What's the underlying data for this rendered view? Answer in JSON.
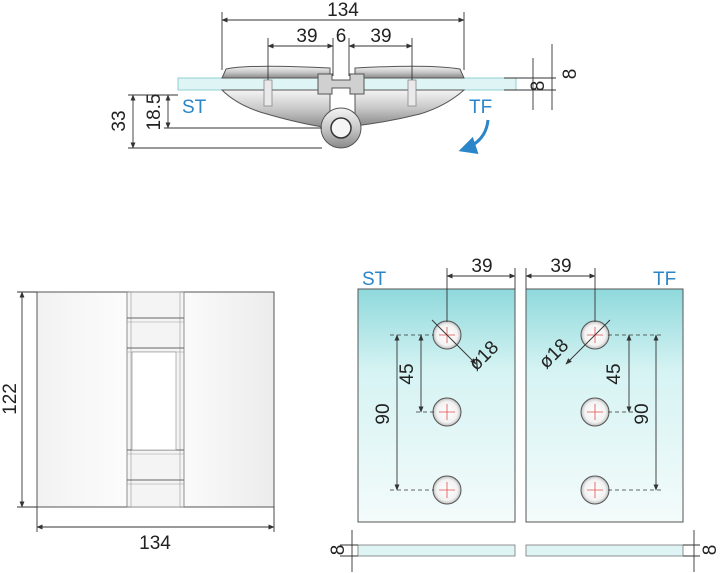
{
  "top_view": {
    "dims": {
      "overall_width": "134",
      "left_offset": "39",
      "gap": "6",
      "right_offset": "39",
      "glass_thickness_a": "8",
      "glass_thickness_b": "8",
      "overall_height": "33",
      "axis_height": "18.5"
    },
    "labels": {
      "left_side": "ST",
      "right_side": "TF"
    }
  },
  "front_view": {
    "dims": {
      "height": "122",
      "width": "134"
    }
  },
  "glass_view": {
    "labels": {
      "left_side": "ST",
      "right_side": "TF"
    },
    "dims": {
      "left_offset": "39",
      "right_offset": "39",
      "left_diameter": "ø18",
      "right_diameter": "ø18",
      "left_spacing_45": "45",
      "left_spacing_90": "90",
      "right_spacing_45": "45",
      "right_spacing_90": "90",
      "left_thickness": "8",
      "right_thickness": "8"
    }
  },
  "colors": {
    "glass": "#d8f3f3",
    "glass_edge": "#8fd3d6",
    "label_blue": "#2a86c8",
    "metal_light": "#e2e2e2",
    "metal_dark": "#9a9a9a",
    "hole_mark": "#e05050"
  }
}
